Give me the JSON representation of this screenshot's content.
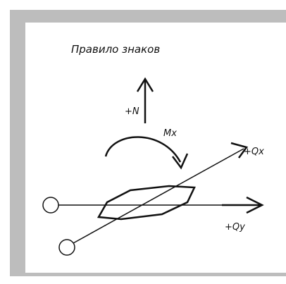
{
  "title": "Правило знаков",
  "labels": {
    "normal_force": "+N",
    "moment": "Mx",
    "shear_x": "+Qx",
    "shear_y": "+Qy"
  },
  "colors": {
    "background": "#ffffff",
    "frame": "#bdbdbd",
    "ink": "#111111"
  }
}
